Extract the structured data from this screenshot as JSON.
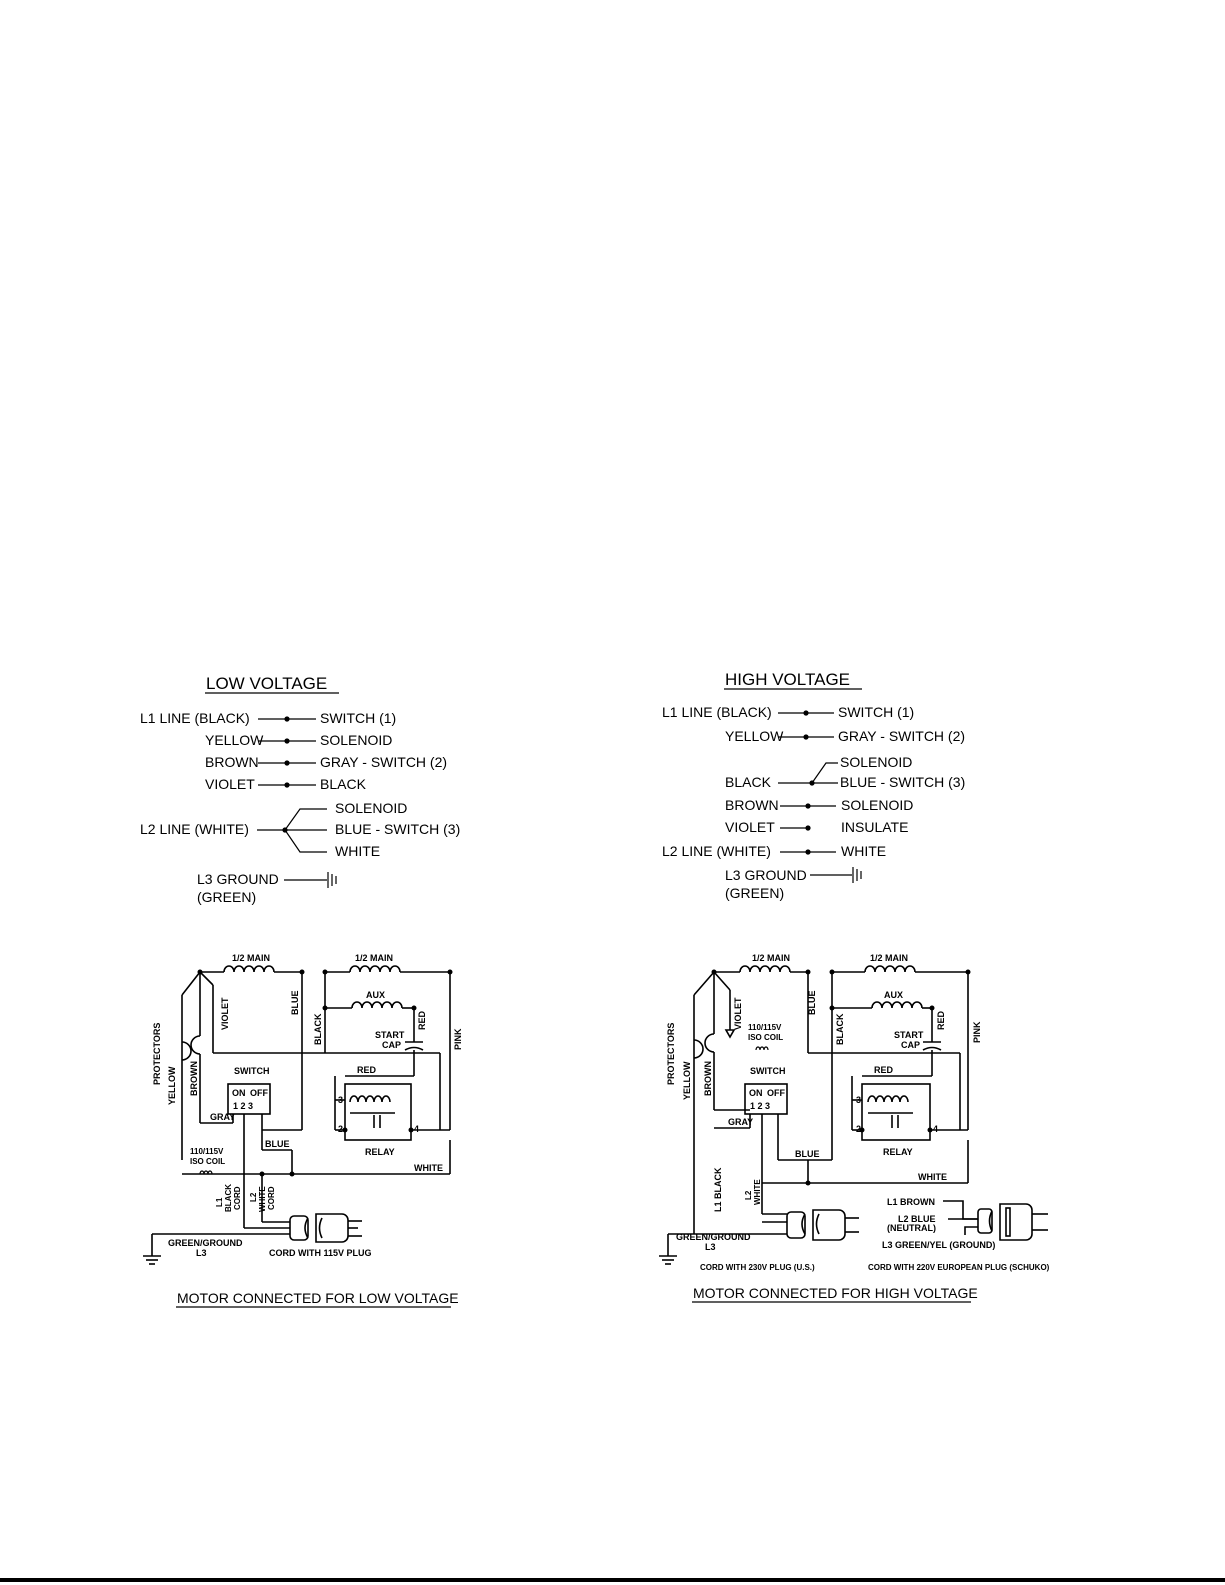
{
  "low": {
    "title": "LOW VOLTAGE",
    "conn": [
      {
        "left": "L1 LINE (BLACK)",
        "right": "SWITCH  (1)"
      },
      {
        "left": "YELLOW",
        "right": "SOLENOID"
      },
      {
        "left": "BROWN",
        "right": "GRAY  -  SWITCH  (2)"
      },
      {
        "left": "VIOLET",
        "right": "BLACK"
      }
    ],
    "l2_left": "L2 LINE (WHITE)",
    "l2_branches": [
      "SOLENOID",
      "BLUE  -  SWITCH  (3)",
      "WHITE"
    ],
    "ground": "L3  GROUND",
    "ground_sub": "(GREEN)",
    "diagram": {
      "main1": "1/2 MAIN",
      "main2": "1/2 MAIN",
      "aux": "AUX",
      "start_cap": [
        "START",
        "CAP"
      ],
      "red": "RED",
      "pink": "PINK",
      "protectors": "PROTECTORS",
      "yellow": "YELLOW",
      "brown": "BROWN",
      "violet": "VIOLET",
      "blue": "BLUE",
      "black": "BLACK",
      "switch": "SWITCH",
      "on": "ON",
      "off": "OFF",
      "sw_nums": "1  2  3",
      "gray": "GRAY",
      "blue2": "BLUE",
      "relay": "RELAY",
      "white": "WHITE",
      "iso": [
        "110/115V",
        "ISO COIL"
      ],
      "r3": "3",
      "r2": "2",
      "r4": "4",
      "l1cord": [
        "L1",
        "BLACK",
        "CORD"
      ],
      "l2cord": [
        "L2",
        "WHITE",
        "CORD"
      ],
      "green_ground": "GREEN/GROUND",
      "l3": "L3",
      "cord": "CORD WITH 115V PLUG"
    },
    "caption": "MOTOR CONNECTED FOR LOW VOLTAGE"
  },
  "high": {
    "title": "HIGH VOLTAGE",
    "conn": [
      {
        "left": "L1 LINE (BLACK)",
        "right": "SWITCH  (1)"
      },
      {
        "left": "YELLOW",
        "right": "GRAY  -  SWITCH  (2)"
      }
    ],
    "black_left": "BLACK",
    "black_branches": [
      "SOLENOID",
      "BLUE  -  SWITCH    (3)"
    ],
    "conn2": [
      {
        "left": "BROWN",
        "right": "SOLENOID"
      },
      {
        "left": "VIOLET",
        "right": "INSULATE"
      },
      {
        "left": "L2 LINE (WHITE)",
        "right": "WHITE"
      }
    ],
    "ground": "L3  GROUND",
    "ground_sub": "(GREEN)",
    "diagram": {
      "main1": "1/2 MAIN",
      "main2": "1/2 MAIN",
      "aux": "AUX",
      "start_cap": [
        "START",
        "CAP"
      ],
      "red": "RED",
      "pink": "PINK",
      "protectors": "PROTECTORS",
      "yellow": "YELLOW",
      "brown": "BROWN",
      "violet": "VIOLET",
      "blue": "BLUE",
      "black": "BLACK",
      "iso": [
        "110/115V",
        "ISO COIL"
      ],
      "switch": "SWITCH",
      "on": "ON",
      "off": "OFF",
      "sw_nums": "1  2  3",
      "gray": "GRAY",
      "blue2": "BLUE",
      "relay": "RELAY",
      "white": "WHITE",
      "r3": "3",
      "r2": "2",
      "r4": "4",
      "l1black": "L1  BLACK",
      "l2white": [
        "L2",
        "WHITE"
      ],
      "green_ground": "GREEN/GROUND",
      "l3": "L3",
      "eu_l1": "L1  BROWN",
      "eu_l2": "L2  BLUE",
      "eu_neutral": "(NEUTRAL)",
      "eu_l3": "L3  GREEN/YEL  (GROUND)",
      "cord_us": "CORD  WITH  230V  PLUG  (U.S.)",
      "cord_eu": "CORD  WITH  220V  EUROPEAN  PLUG  (SCHUKO)"
    },
    "caption": "MOTOR CONNECTED FOR HIGH VOLTAGE"
  }
}
